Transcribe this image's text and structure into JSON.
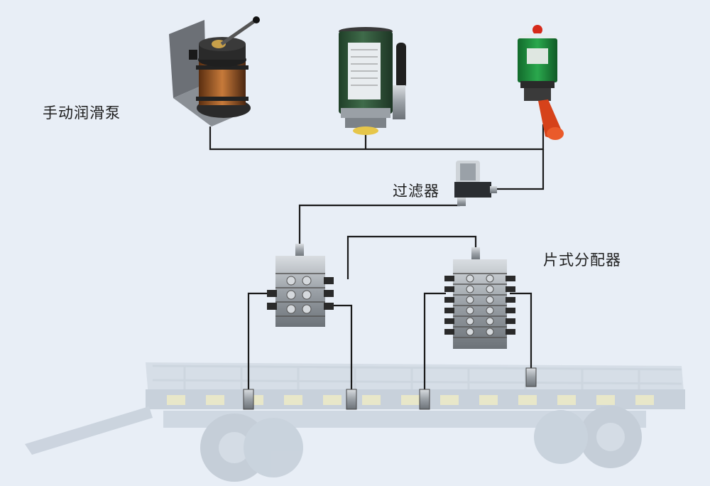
{
  "labels": {
    "pump": "手动润滑泵",
    "filter": "过滤器",
    "distributor": "片式分配器"
  },
  "colors": {
    "background": "#e8eef6",
    "pipe": "#1a1a1a",
    "pump_green": "#2f5a3a",
    "pump_bright_green": "#1e8a3c",
    "cap_red": "#d62a1a",
    "metal": "#b9bec4",
    "trailer": "#c9d2dc",
    "stripe_yellow": "#e9e3a6"
  },
  "icons": [
    "manual-pump-bracket-icon",
    "manual-pump-handle-icon",
    "manual-pump-grease-icon",
    "filter-icon",
    "distributor-small-icon",
    "distributor-large-icon",
    "grease-nipple-icon",
    "trailer-icon"
  ]
}
